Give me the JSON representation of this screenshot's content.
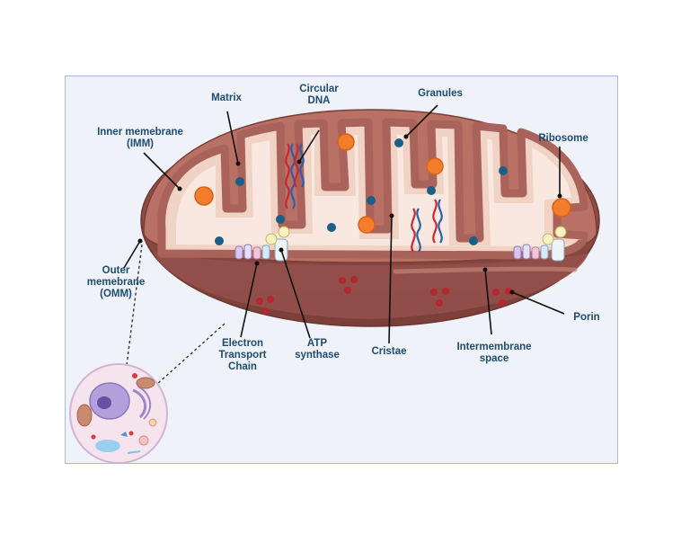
{
  "labels": {
    "matrix": "Matrix",
    "circular_dna": "Circular\nDNA",
    "granules": "Granules",
    "inner_membrane": "Inner memebrane\n(IMM)",
    "ribosome": "Ribosome",
    "outer_membrane": "Outer\nmemebrane\n(OMM)",
    "etc": "Electron\nTransport\nChain",
    "atp_synthase": "ATP\nsynthase",
    "cristae": "Cristae",
    "intermembrane_space": "Intermembrane\nspace",
    "porin": "Porin"
  },
  "colors": {
    "outer_membrane": "#a9635a",
    "inner_fill": "#f3d9cf",
    "matrix_fill": "#f7e7df",
    "base": "#8a4a42",
    "granule": "#1b5f86",
    "ribosome": "#f47d2c",
    "leader": "#111111"
  }
}
